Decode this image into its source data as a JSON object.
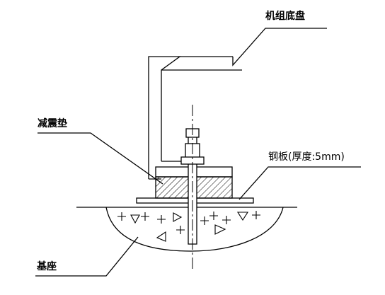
{
  "labels": {
    "unit_base_plate": "机组底盘",
    "damping_pad": "减震垫",
    "steel_plate": "钢板(厚度:5mm)",
    "foundation": "基座"
  }
}
